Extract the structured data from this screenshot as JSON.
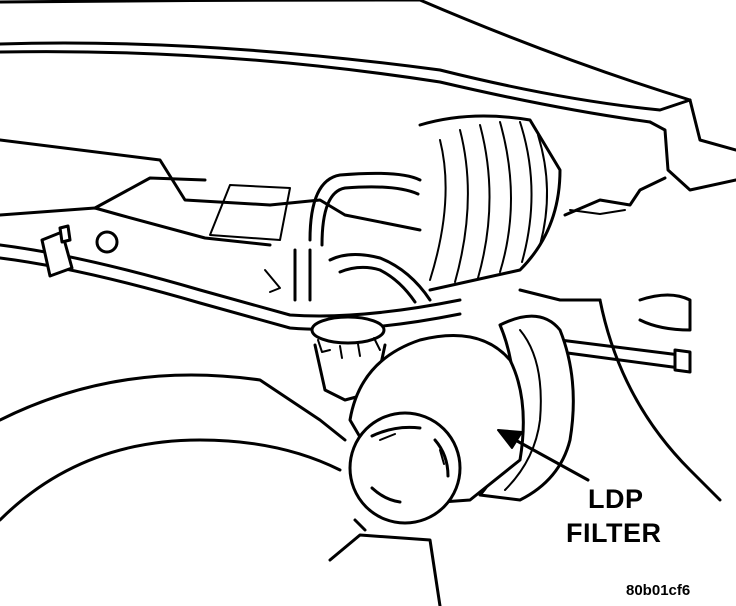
{
  "callout": {
    "line1": "LDP",
    "line2": "FILTER"
  },
  "figure_code": "80b01cf6"
}
